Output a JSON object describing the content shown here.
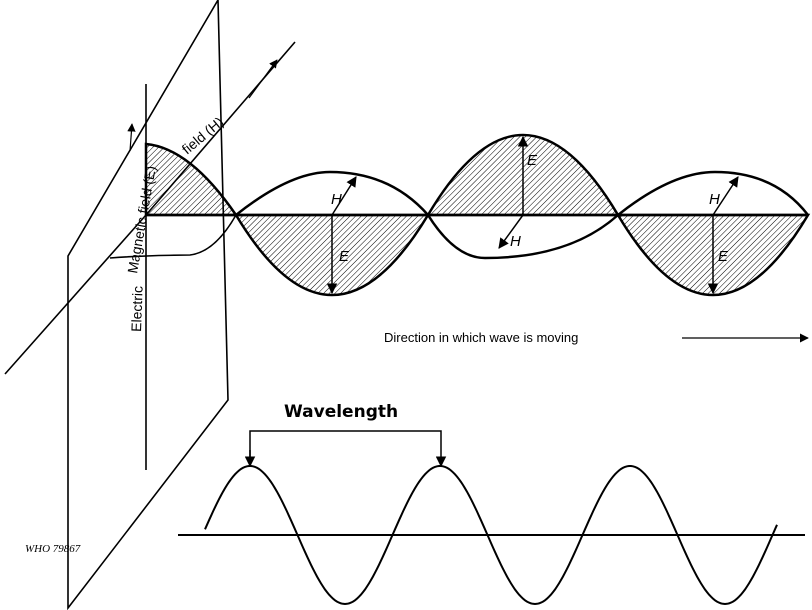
{
  "labels": {
    "magnetic_field": "Magnetic field (E)",
    "field_h": "field (H)",
    "electric": "Electric",
    "direction": "Direction in which wave is moving",
    "wavelength": "Wavelength",
    "who_code": "WHO 79867",
    "e_symbol": "E",
    "h_symbol": "H"
  },
  "colors": {
    "ink": "#000000",
    "background": "#ffffff",
    "hatch": "#000000"
  }
}
